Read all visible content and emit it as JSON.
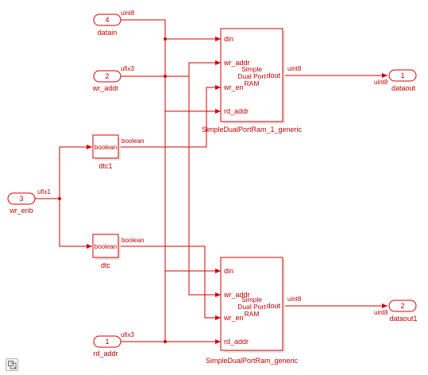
{
  "ports": {
    "datain": {
      "num": "4",
      "name": "datain",
      "type": "uint8"
    },
    "wr_addr": {
      "num": "2",
      "name": "wr_addr",
      "type": "ufix3"
    },
    "wr_enb": {
      "num": "3",
      "name": "wr_enb",
      "type": "ufix1"
    },
    "rd_addr": {
      "num": "1",
      "name": "rd_addr",
      "type": "ufix3"
    },
    "dataout": {
      "num": "1",
      "name": "dataout",
      "type": "uint8"
    },
    "dataout1": {
      "num": "2",
      "name": "dataout1",
      "type": "uint8"
    }
  },
  "dtc1": {
    "name": "dtc1",
    "inner": "boolean",
    "out_type": "boolean"
  },
  "dtc": {
    "name": "dtc",
    "inner": "boolean",
    "out_type": "boolean"
  },
  "ram1": {
    "name": "SimpleDualPortRam_1_generic",
    "inputs": [
      "din",
      "wr_addr",
      "wr_en",
      "rd_addr"
    ],
    "output": "dout",
    "title_lines": [
      "Simple",
      "Dual Port",
      "RAM"
    ],
    "out_type": "uint8"
  },
  "ram2": {
    "name": "SimpleDualPortRam_generic",
    "inputs": [
      "din",
      "wr_addr",
      "wr_en",
      "rd_addr"
    ],
    "output": "dout",
    "title_lines": [
      "Simple",
      "Dual Port",
      "RAM"
    ],
    "out_type": "uint8"
  },
  "colors": {
    "signal": "#d40000",
    "text": "#c00000",
    "background": "#ffffff"
  },
  "icons": {
    "fit_view": "fit-to-view-icon"
  }
}
